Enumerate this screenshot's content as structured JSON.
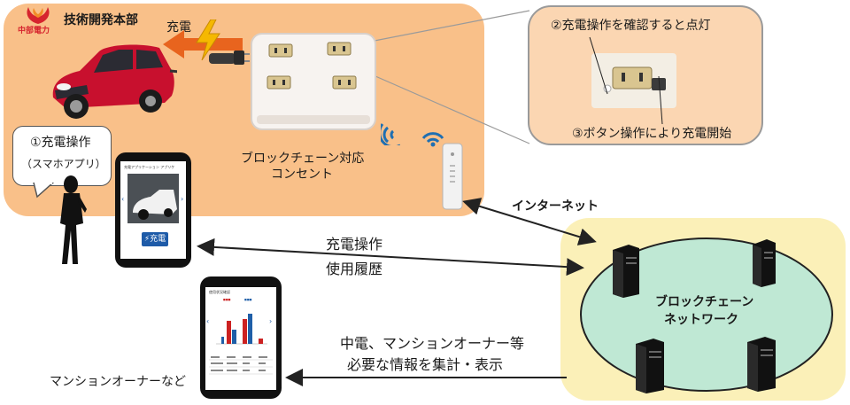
{
  "header": {
    "company": "中部電力",
    "department": "技術開発本部"
  },
  "labels": {
    "charging": "充電",
    "outlet_line1": "ブロックチェーン対応",
    "outlet_line2": "コンセント",
    "callout_step2": "②充電操作を確認すると点灯",
    "callout_step3": "③ボタン操作により充電開始",
    "bubble_line1": "①充電操作",
    "bubble_line2": "（スマホアプリ）",
    "internet": "インターネット",
    "arrow_mid_line1": "充電操作",
    "arrow_mid_line2": "使用履歴",
    "network_line1": "ブロックチェーン",
    "network_line2": "ネットワーク",
    "bottom_line1": "中電、マンションオーナー等",
    "bottom_line2": "必要な情報を集計・表示",
    "owners": "マンションオーナーなど"
  },
  "phone_app": {
    "header_text": "充電アプリケーション  アプリケ",
    "charge_button": "⚡充電"
  },
  "phone_report": {
    "header_text": "使用状況確認",
    "legend": [
      "■■■",
      "■■■"
    ]
  },
  "colors": {
    "panel_orange": "#f9c089",
    "callout_bg": "#fbd6b2",
    "cloud_bg": "#fbf0b8",
    "ellipse_green": "#bfe8d4",
    "car_red": "#c8102e",
    "bolt_yellow": "#f5b800",
    "arrow_orange": "#e8641e",
    "brand_red": "#d6242e",
    "wifi_blue": "#1f6fb2",
    "button_blue": "#1e5ba8"
  }
}
